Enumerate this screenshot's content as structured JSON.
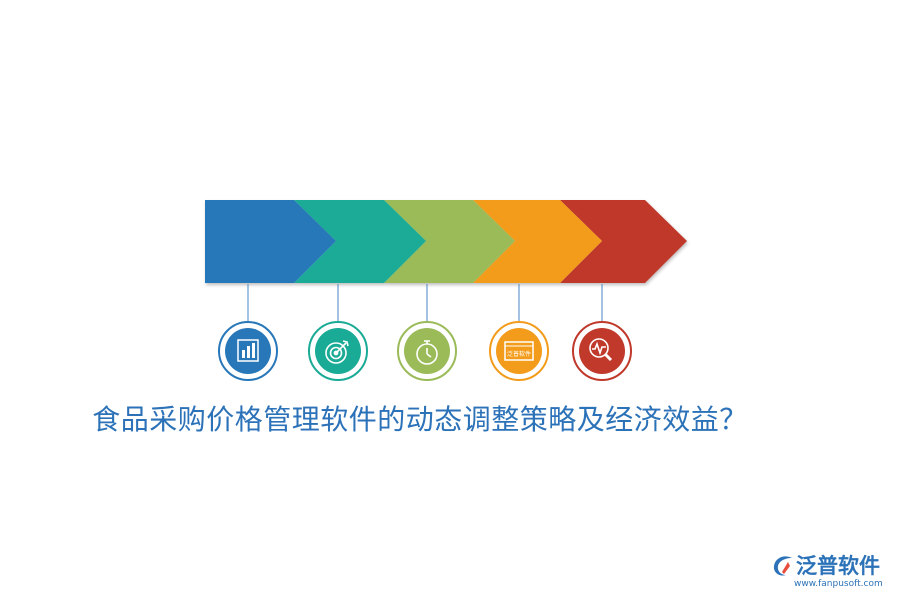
{
  "title": "食品采购价格管理软件的动态调整策略及经济效益？",
  "stages": [
    {
      "color": "#2878b9",
      "icon": "bar-chart-icon"
    },
    {
      "color": "#1aab96",
      "icon": "target-icon"
    },
    {
      "color": "#9bbb59",
      "icon": "stopwatch-icon"
    },
    {
      "color": "#f39c1b",
      "icon": "browser-window-icon",
      "icon_text": "泛普软件"
    },
    {
      "color": "#c0392b",
      "icon": "magnifier-pulse-icon"
    }
  ],
  "logo": {
    "name": "泛普软件",
    "url": "www.fanpusoft.com",
    "color": "#2c72b8"
  }
}
